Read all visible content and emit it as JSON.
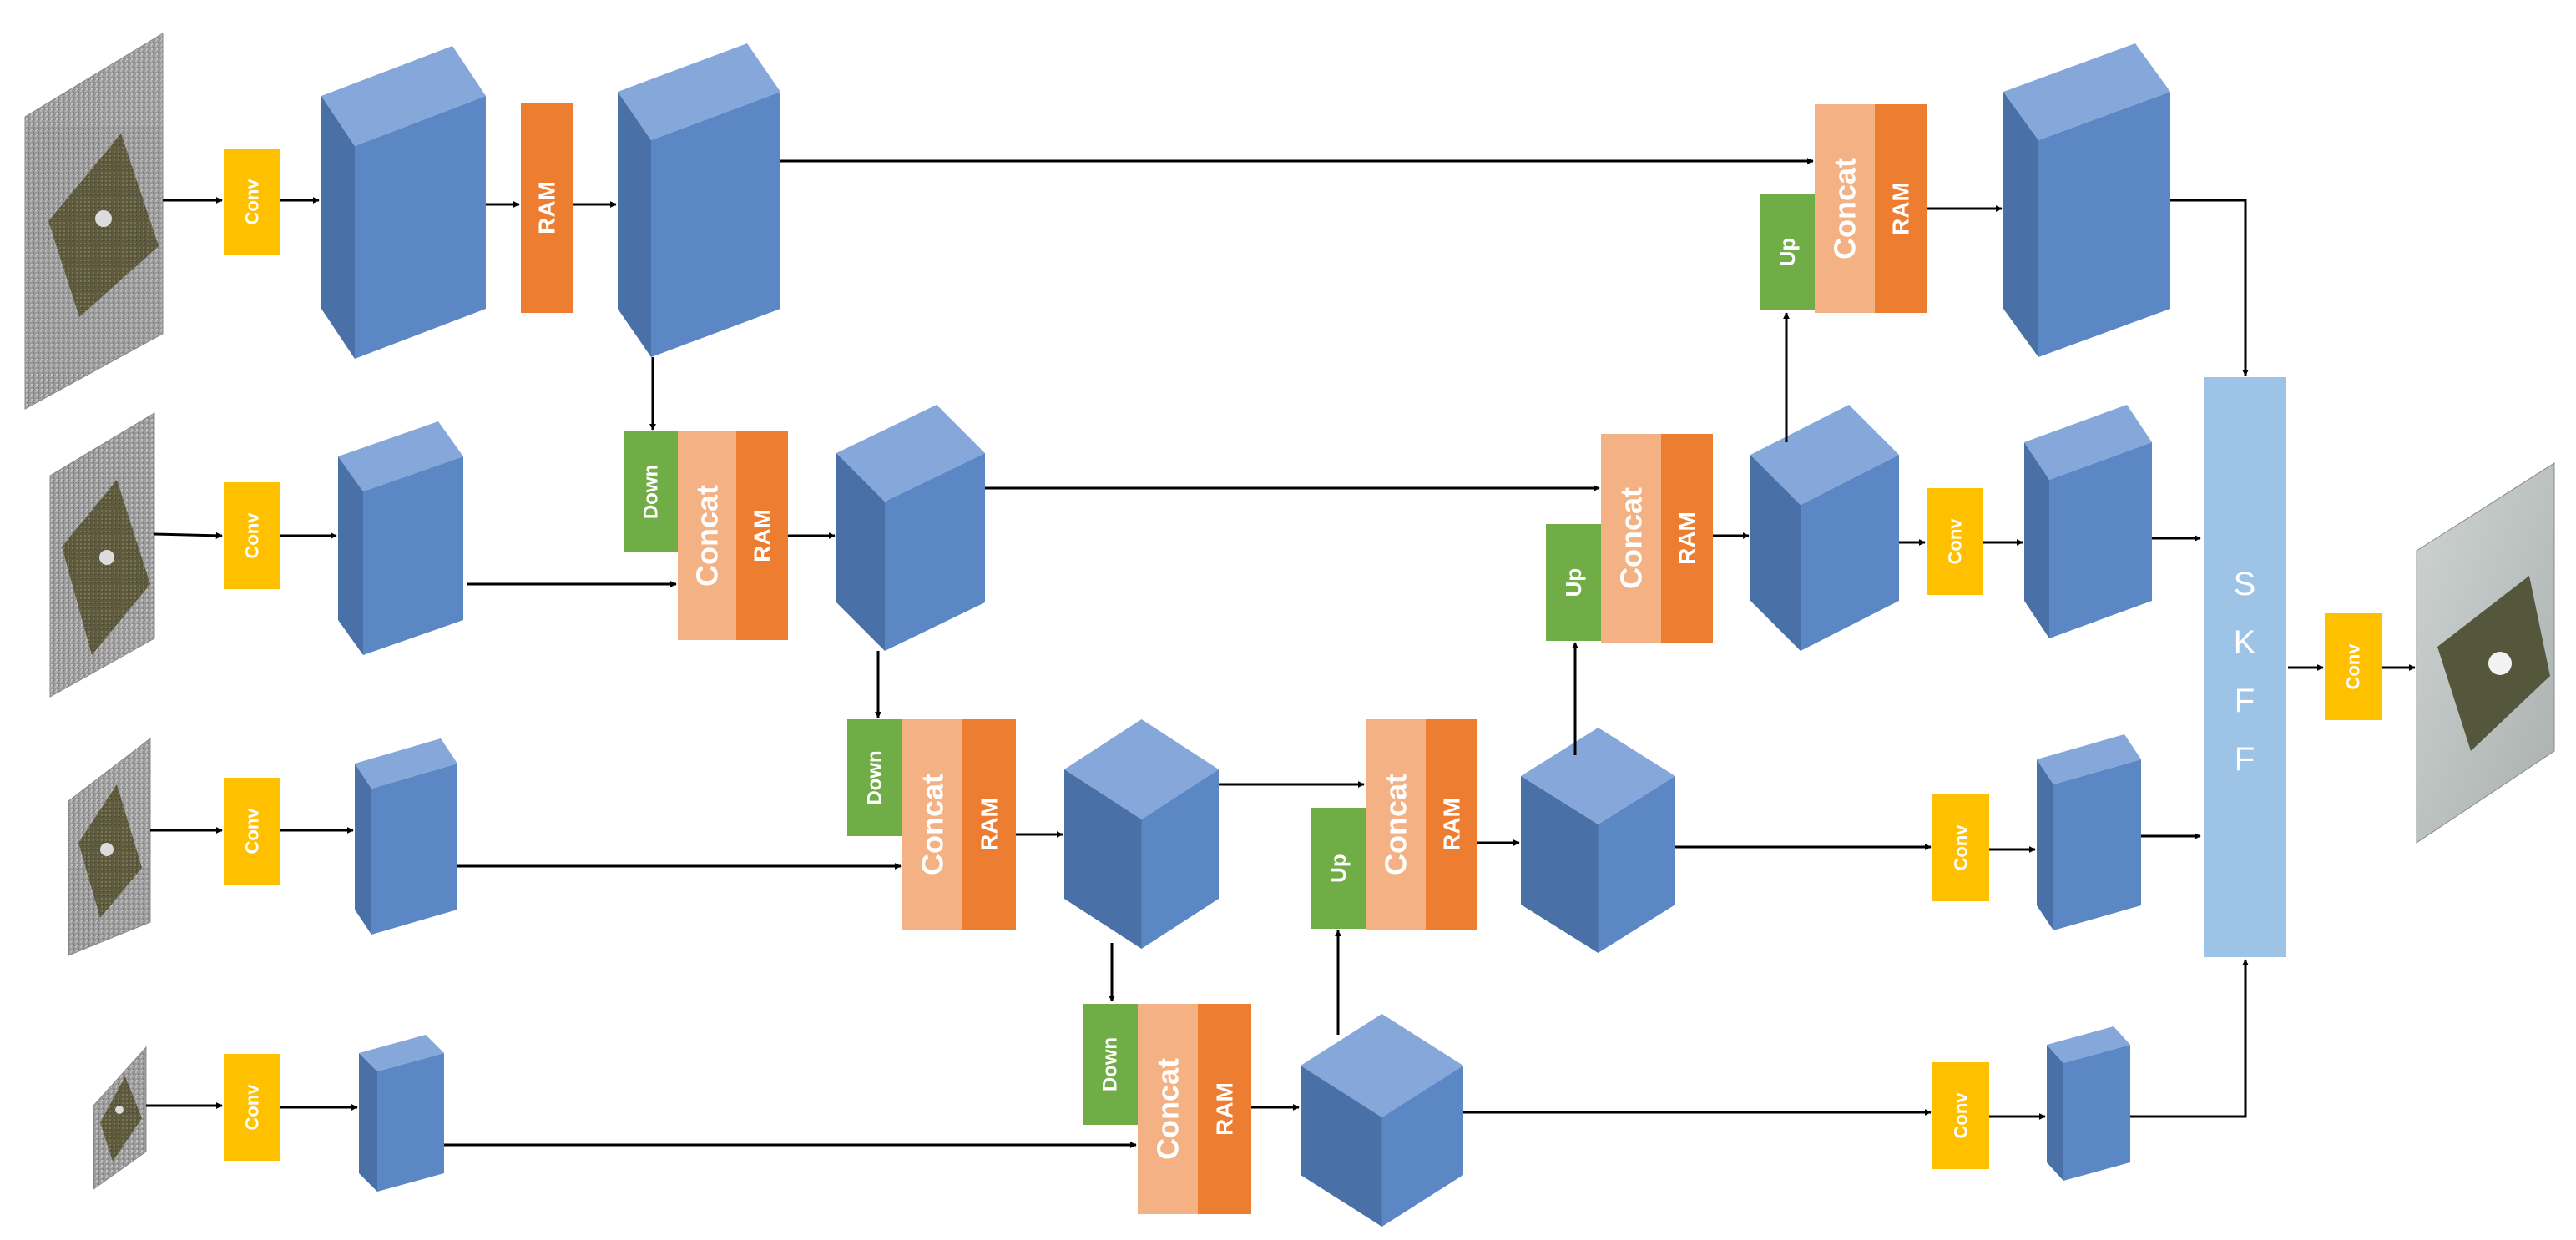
{
  "colors": {
    "conv": "#ffc000",
    "ram": "#ed7d31",
    "concat": "#f4b183",
    "down_up": "#70ad47",
    "skff": "#9dc3e6",
    "cube_front": "#5b87c5",
    "cube_side": "#4a70a8",
    "cube_top": "#86a7da",
    "arrow": "#000000"
  },
  "labels": {
    "conv": "Conv",
    "ram": "RAM",
    "concat": "Concat",
    "down": "Down",
    "up": "Up",
    "skff": [
      "S",
      "K",
      "F",
      "F"
    ]
  },
  "images": {
    "input_texture": "noisy-photo",
    "output_texture": "clean-photo"
  }
}
